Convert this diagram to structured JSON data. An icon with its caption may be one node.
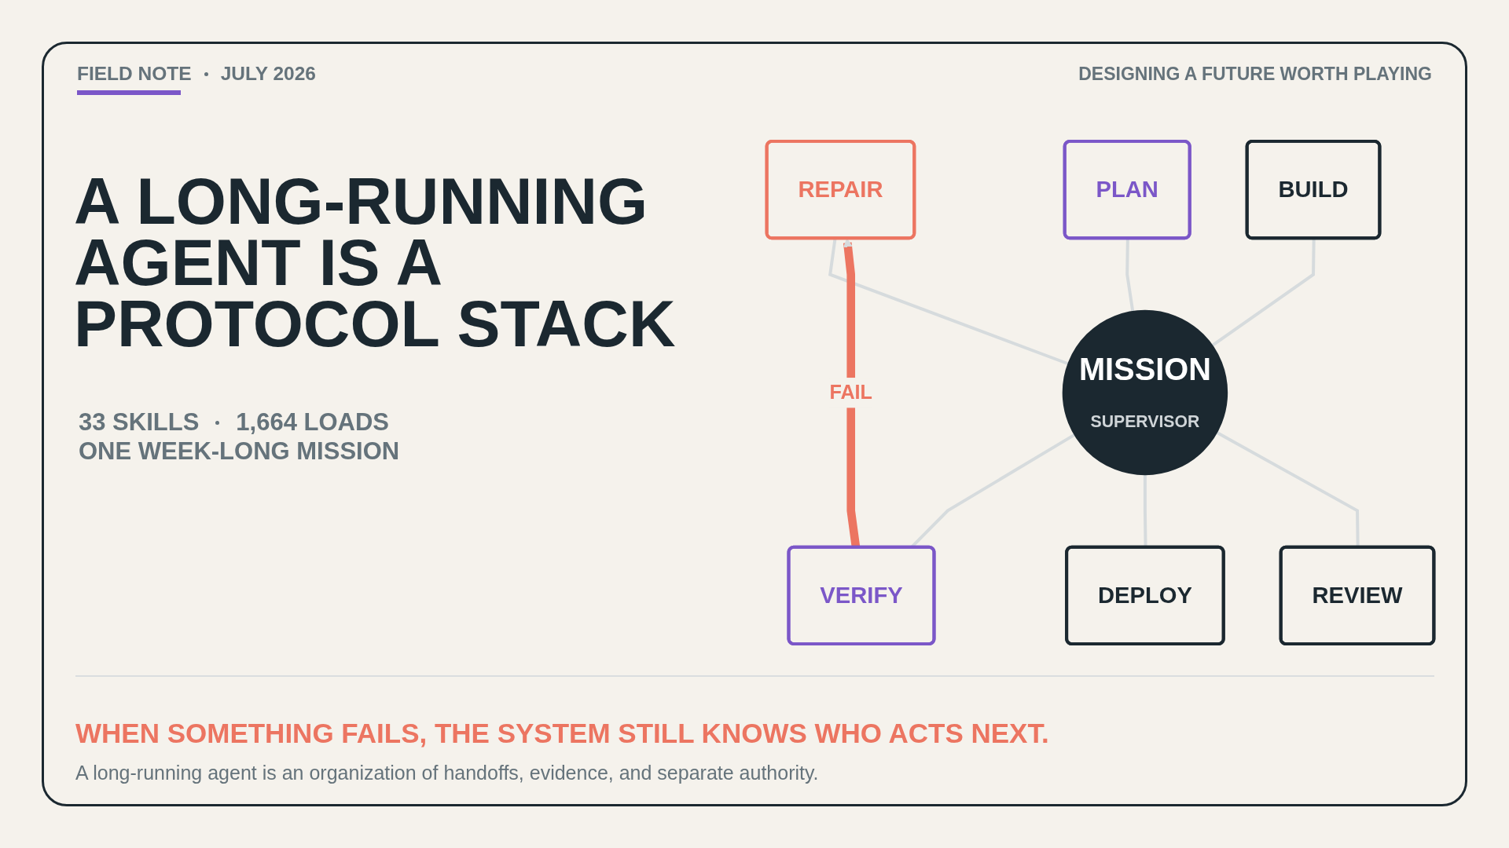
{
  "diagram": {
    "title": "A LONG-RUNNING AGENT IS A PROTOCOL STACK",
    "caption": "WHEN SOMETHING FAILS, THE SYSTEM STILL KNOWS WHO ACTS NEXT.",
    "nodes": [
      {
        "text": [
          "PLAN"
        ]
      },
      {
        "text": [
          "REPAIR"
        ]
      },
      {
        "text": [
          "BUILD"
        ]
      },
      {
        "text": [
          "MISSION",
          "SUPERVISOR"
        ]
      },
      {
        "text": [
          "VERIFY"
        ]
      },
      {
        "text": [
          "REVIEW"
        ]
      },
      {
        "text": [
          "DEPLOY"
        ]
      }
    ],
    "edges": [
      {
        "from": 0,
        "to": 3,
        "arrow": "none"
      },
      {
        "from": 1,
        "to": 3,
        "arrow": "none"
      },
      {
        "from": 2,
        "to": 3,
        "arrow": "none"
      },
      {
        "from": 3,
        "to": 4,
        "arrow": "none"
      },
      {
        "from": 3,
        "to": 6,
        "arrow": "none"
      },
      {
        "from": 3,
        "to": 5,
        "arrow": "none"
      },
      {
        "from": 4,
        "to": 1,
        "arrow": "to",
        "label": "FAIL",
        "style": "thick",
        "color": "#ec7561"
      }
    ],
    "labels": [
      "FIELD NOTE",
      "JULY 2026",
      "DESIGNING A FUTURE WORTH PLAYING",
      "33 SKILLS",
      "1,664 LOADS",
      "ONE WEEK-LONG MISSION",
      "A long-running agent is an organization of handoffs, evidence, and separate authority."
    ]
  }
}
